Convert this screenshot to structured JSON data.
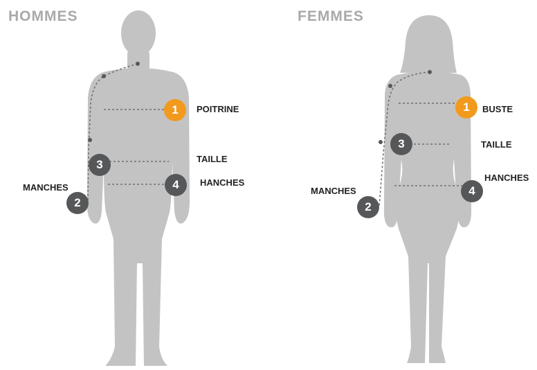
{
  "colors": {
    "silhouette": "#c3c3c3",
    "title": "#a9a9a9",
    "badge_highlight": "#f19a1e",
    "badge_default": "#555759",
    "guide_line": "#707070",
    "label_text": "#222222"
  },
  "men": {
    "title": "HOMMES",
    "chest": {
      "number": "1",
      "label": "POITRINE"
    },
    "sleeves": {
      "number": "2",
      "label": "MANCHES"
    },
    "waist": {
      "number": "3",
      "label": "TAILLE"
    },
    "hips": {
      "number": "4",
      "label": "HANCHES"
    }
  },
  "women": {
    "title": "FEMMES",
    "bust": {
      "number": "1",
      "label": "BUSTE"
    },
    "sleeves": {
      "number": "2",
      "label": "MANCHES"
    },
    "waist": {
      "number": "3",
      "label": "TAILLE"
    },
    "hips": {
      "number": "4",
      "label": "HANCHES"
    }
  }
}
